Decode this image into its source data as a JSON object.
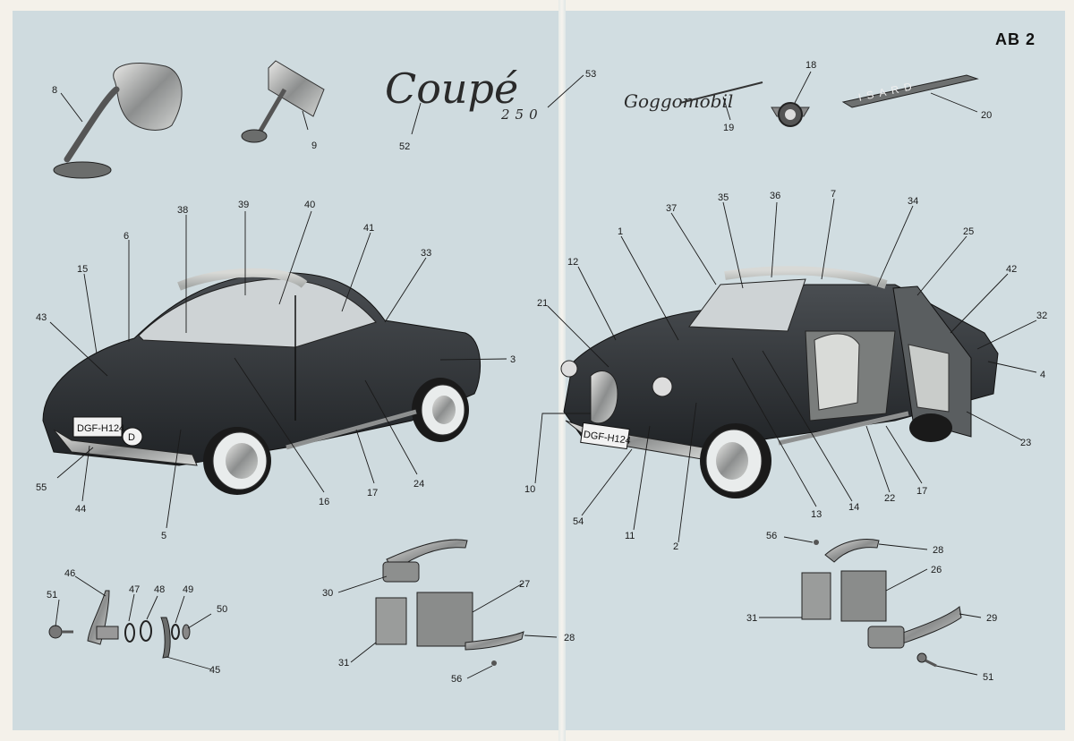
{
  "page_code": "AB 2",
  "emblems": {
    "coupe_script": "Coupé",
    "coupe_number": "250",
    "brand_script": "Goggomobil",
    "isard_badge": "ISARD"
  },
  "plates": {
    "left_plate": "DGF-H124",
    "left_country": "D",
    "right_plate": "DGF-H124"
  },
  "callouts": {
    "c1": "1",
    "c2": "2",
    "c3": "3",
    "c4": "4",
    "c5": "5",
    "c6": "6",
    "c7": "7",
    "c8": "8",
    "c9": "9",
    "c10": "10",
    "c11": "11",
    "c12": "12",
    "c13": "13",
    "c14": "14",
    "c15": "15",
    "c16": "16",
    "c17": "17",
    "c18": "18",
    "c19": "19",
    "c20": "20",
    "c21": "21",
    "c22": "22",
    "c23": "23",
    "c24": "24",
    "c25": "25",
    "c26": "26",
    "c27": "27",
    "c28": "28",
    "c29": "29",
    "c30": "30",
    "c31": "31",
    "c32": "32",
    "c33": "33",
    "c34": "34",
    "c35": "35",
    "c36": "36",
    "c37": "37",
    "c38": "38",
    "c39": "39",
    "c40": "40",
    "c41": "41",
    "c42": "42",
    "c43": "43",
    "c44": "44",
    "c45": "45",
    "c46": "46",
    "c47": "47",
    "c48": "48",
    "c49": "49",
    "c50": "50",
    "c51": "51",
    "c52": "52",
    "c53": "53",
    "c54": "54",
    "c55": "55",
    "c56": "56"
  }
}
